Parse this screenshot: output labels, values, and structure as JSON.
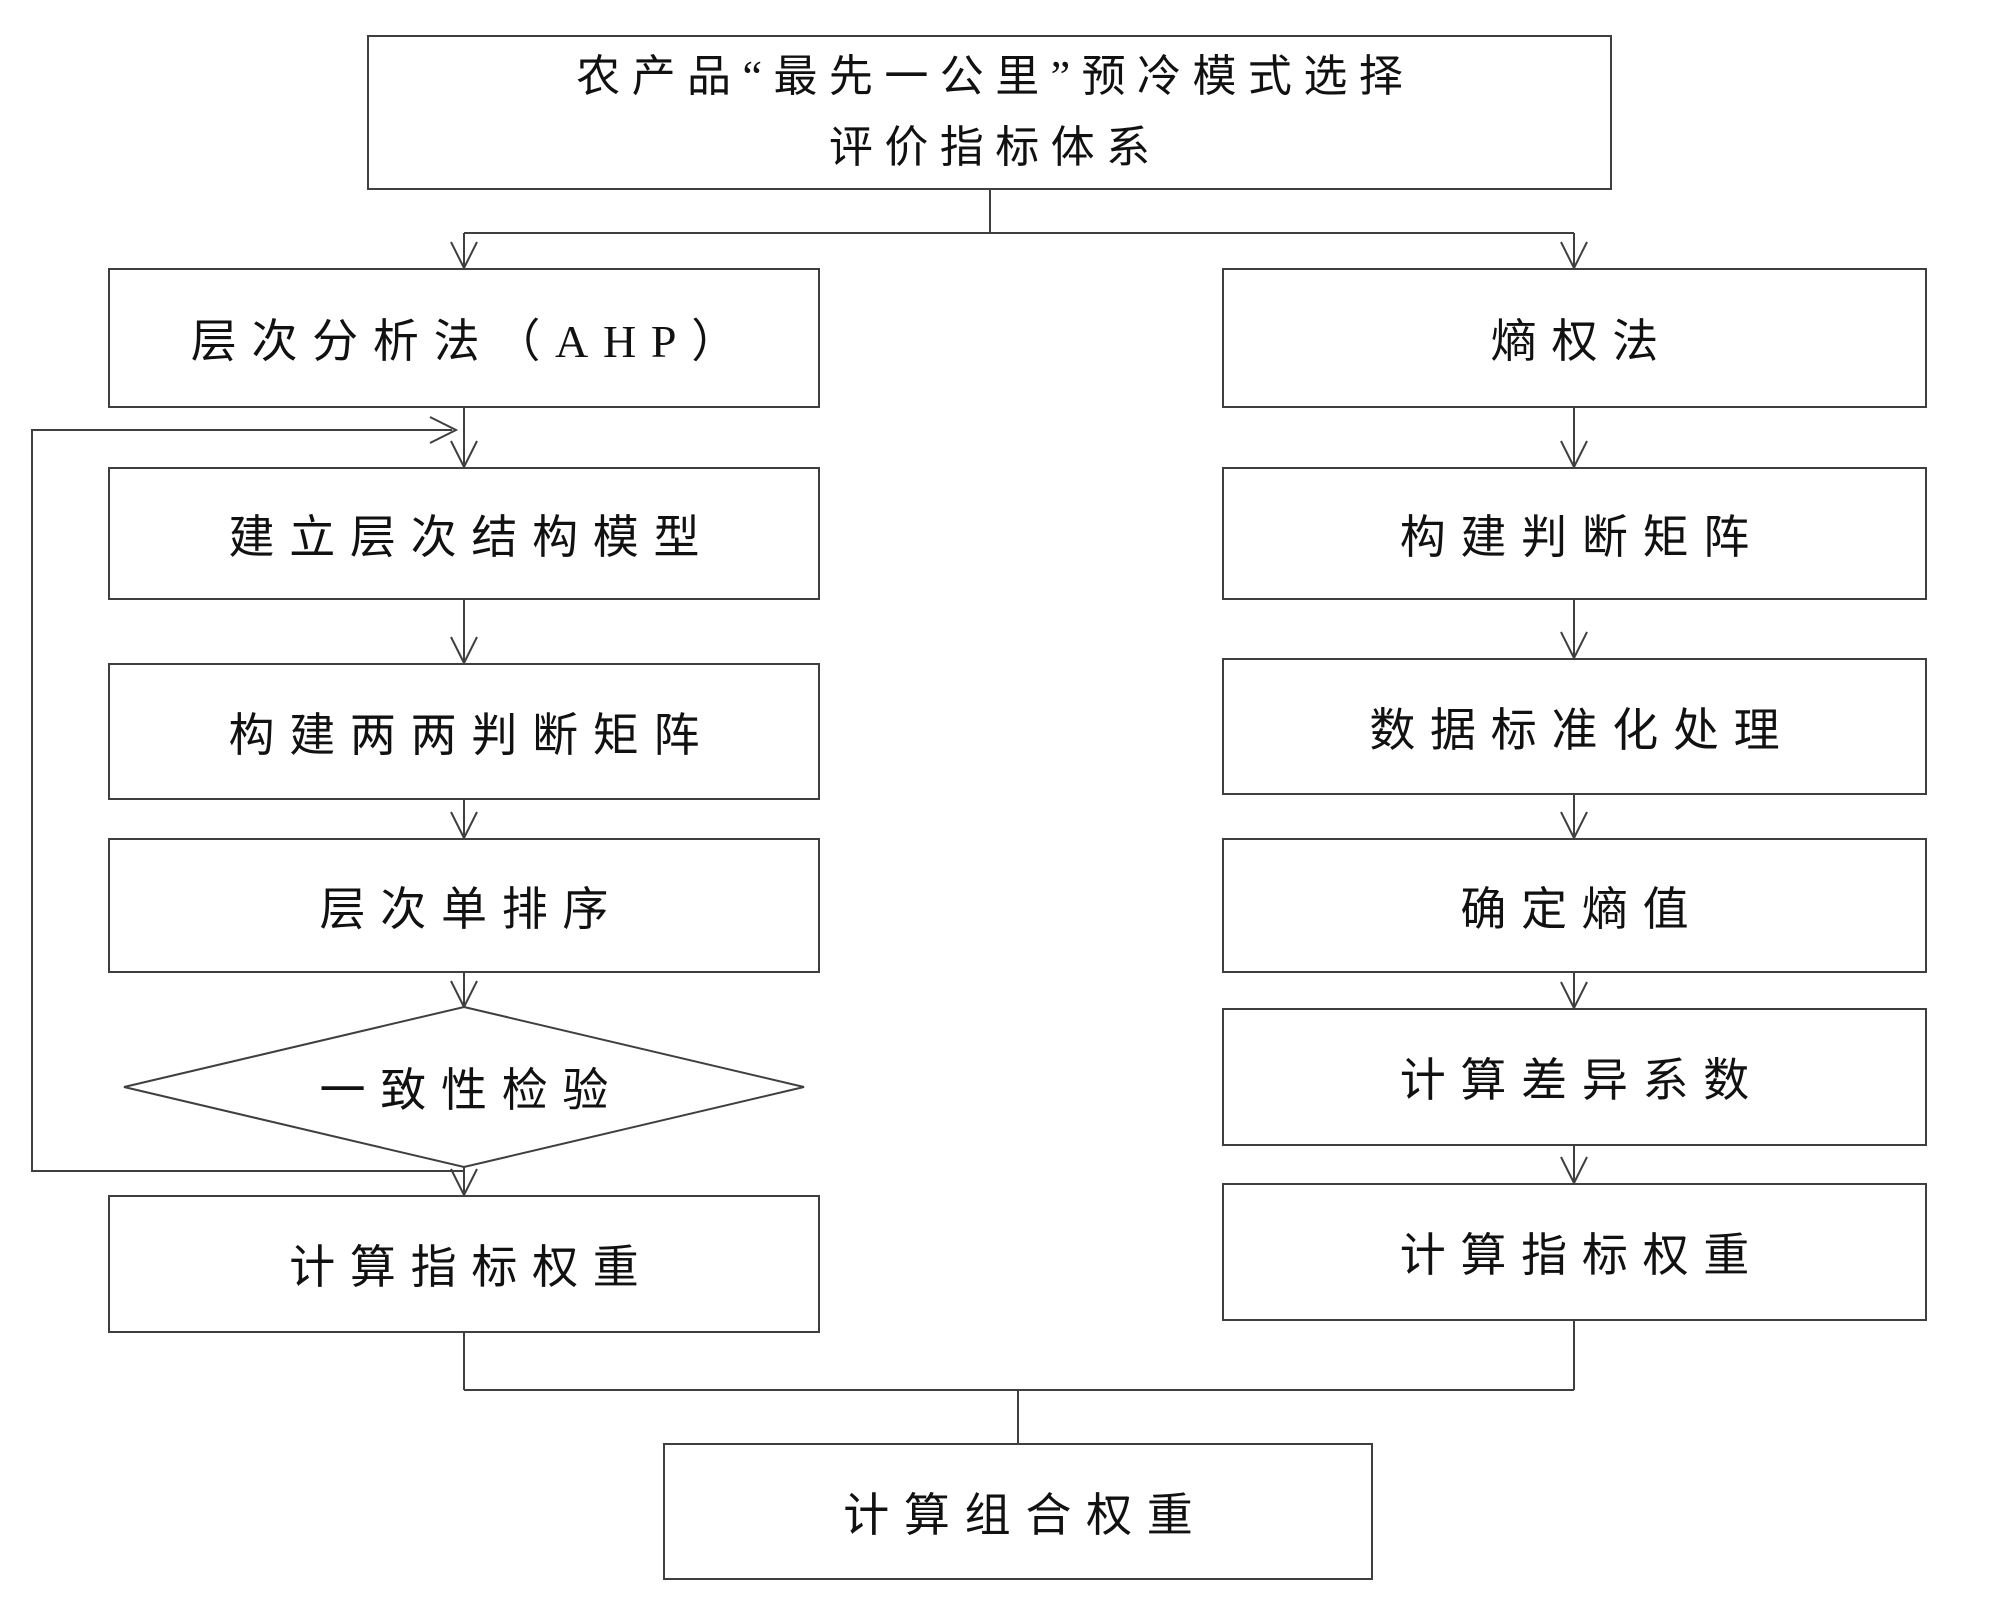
{
  "diagram": {
    "title": {
      "line1": "农产品“最先一公里”预冷模式选择",
      "line2": "评价指标体系"
    },
    "left_branch": {
      "header": "层次分析法（AHP）",
      "steps": [
        "建立层次结构模型",
        "构建两两判断矩阵",
        "层次单排序"
      ],
      "decision": "一致性检验",
      "result": "计算指标权重"
    },
    "right_branch": {
      "header": "熵权法",
      "steps": [
        "构建判断矩阵",
        "数据标准化处理",
        "确定熵值",
        "计算差异系数"
      ],
      "result": "计算指标权重"
    },
    "final": "计算组合权重",
    "colors": {
      "line": "#3f3f3f",
      "background": "#ffffff",
      "text": "#111111"
    }
  }
}
